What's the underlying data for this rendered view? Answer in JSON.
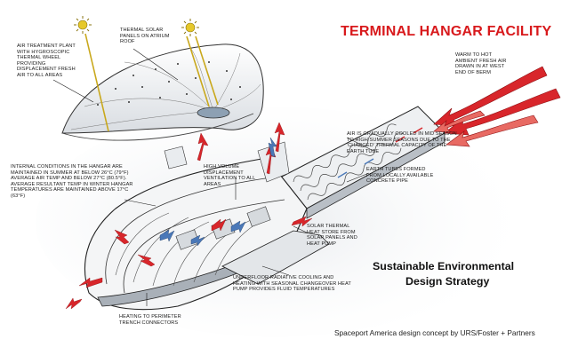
{
  "title": "TERMINAL HANGAR FACILITY",
  "strategy": {
    "line1": "Sustainable Environmental",
    "line2": "Design Strategy"
  },
  "credit": "Spaceport America design concept by URS/Foster + Partners",
  "annotations": {
    "air_treatment": "AIR TREATMENT PLANT WITH HYGROSCOPIC THERMAL WHEEL PROVIDING DISPLACEMENT FRESH AIR TO ALL AREAS",
    "solar_panels": "THERMAL SOLAR PANELS ON ATRIUM ROOF",
    "warm_air": "WARM TO HOT AMBIENT FRESH AIR DRAWN IN AT WEST END OF BERM",
    "cooled_air": "AIR IS GRADUALLY COOLED IN MID SEASON TO HIGH SUMMER SEASONS DUE TO THE 'CHARGED' THERMAL CAPACITY OF THE EARTH TUBE",
    "internal_conditions": "INTERNAL CONDITIONS IN THE HANGAR ARE MAINTAINED IN SUMMER AT BELOW 26°C (79°F) AVERAGE AIR TEMP AND BELOW 27°C (80.5°F). AVERAGE RESULTANT TEMP IN WINTER HANGAR TEMPERATURES ARE MAINTAINED ABOVE 17°C (63°F)",
    "ventilation": "HIGH VOLUME DISPLACEMENT VENTILATION TO ALL AREAS",
    "earth_tubes": "EARTH TUBES FORMED FROM LOCALLY AVAILABLE CONCRETE PIPE",
    "heat_store": "SOLAR THERMAL HEAT STORE FROM SOLAR PANELS AND HEAT PUMP",
    "underfloor": "UNDERFLOOR RADIATIVE COOLING AND HEATING WITH SEASONAL CHANGEOVER HEAT PUMP PROVIDES FLUID TEMPERATURES",
    "perimeter": "HEATING TO PERIMETER TRENCH CONNECTORS"
  },
  "colors": {
    "title": "#d8191c",
    "warm_arrow": "#d8262b",
    "cool_arrow": "#4a78b8",
    "ink": "#1a1a1a",
    "sun": "#e6c82a"
  }
}
